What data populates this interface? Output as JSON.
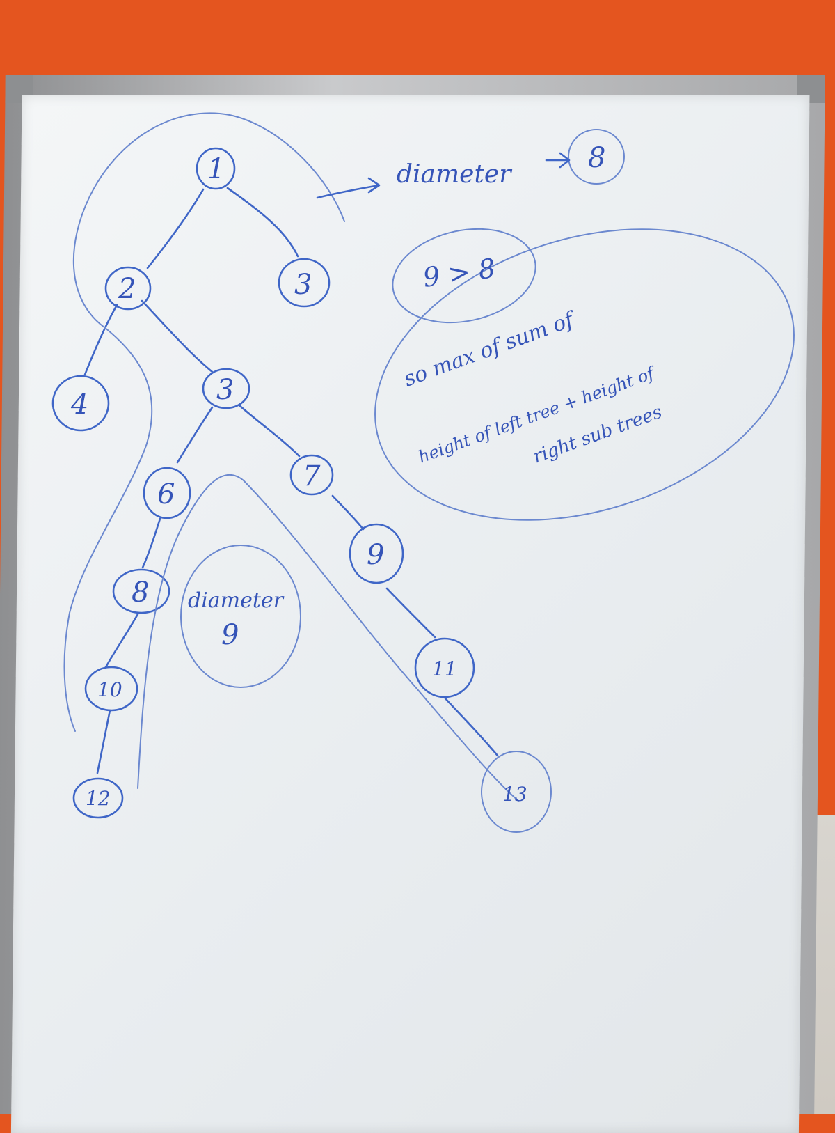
{
  "whiteboard": {
    "nodes": [
      {
        "id": "node-1",
        "label": "1"
      },
      {
        "id": "node-2",
        "label": "2"
      },
      {
        "id": "node-3a",
        "label": "3"
      },
      {
        "id": "node-4",
        "label": "4"
      },
      {
        "id": "node-3b",
        "label": "3"
      },
      {
        "id": "node-6",
        "label": "6"
      },
      {
        "id": "node-7",
        "label": "7"
      },
      {
        "id": "node-9",
        "label": "9"
      },
      {
        "id": "node-8",
        "label": "8"
      },
      {
        "id": "node-10",
        "label": "10"
      },
      {
        "id": "node-11",
        "label": "11"
      },
      {
        "id": "node-12",
        "label": "12"
      },
      {
        "id": "node-13",
        "label": "13"
      }
    ],
    "notes": {
      "diameter_top": "diameter",
      "diameter_top_value": "8",
      "comparison": "9 > 8",
      "explanation_line1": "so max of sum of",
      "explanation_line2": "height of left tree + height of",
      "explanation_line3": "right sub trees",
      "diameter_inner": "diameter",
      "diameter_inner_value": "9"
    },
    "ink_color": "#3f66c7"
  }
}
